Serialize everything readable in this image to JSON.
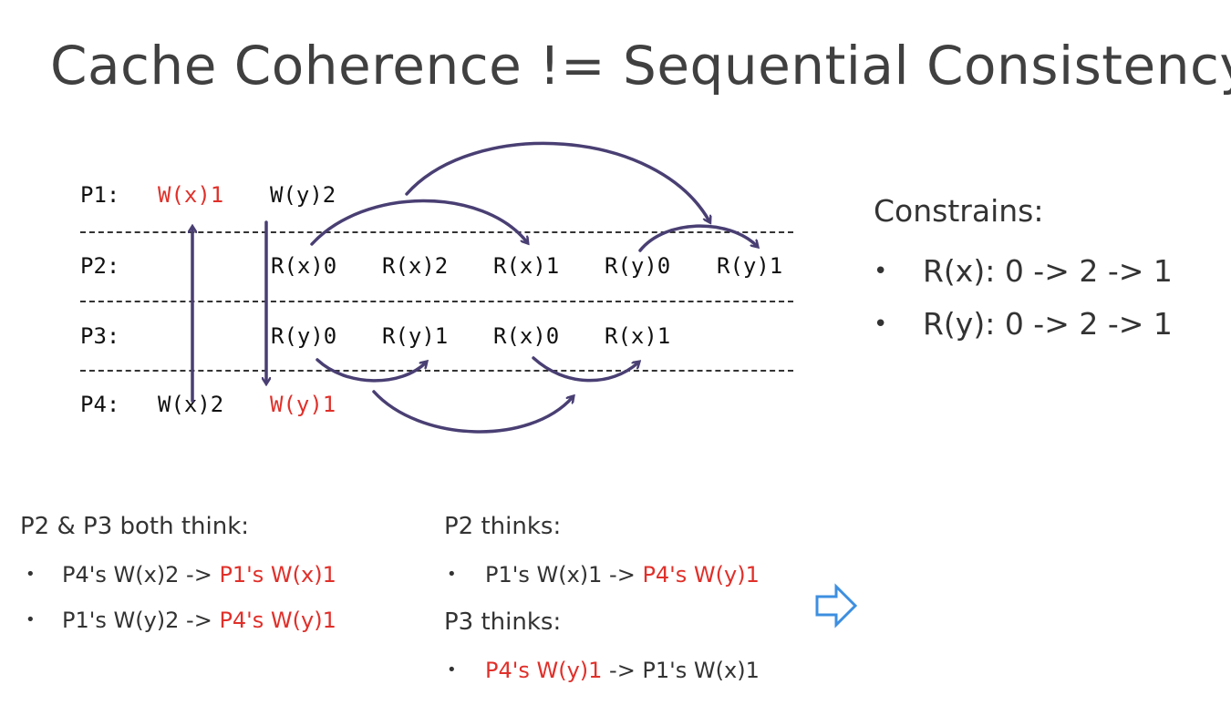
{
  "title": "Cache Coherence != Sequential Consistency",
  "processes": {
    "p1": {
      "label": "P1:",
      "ops": [
        "W(x)1",
        "W(y)2"
      ]
    },
    "p2": {
      "label": "P2:",
      "ops": [
        "R(x)0",
        "R(x)2",
        "R(x)1",
        "R(y)0",
        "R(y)1"
      ]
    },
    "p3": {
      "label": "P3:",
      "ops": [
        "R(y)0",
        "R(y)1",
        "R(x)0",
        "R(x)1"
      ]
    },
    "p4": {
      "label": "P4:",
      "ops": [
        "W(x)2",
        "W(y)1"
      ]
    }
  },
  "constraints": {
    "heading": "Constrains:",
    "items": [
      "R(x): 0 -> 2 -> 1",
      "R(y): 0 -> 2 -> 1"
    ]
  },
  "both_think": {
    "heading": "P2 & P3 both think:",
    "item1_left": "P4's W(x)2 -> ",
    "item1_right": "P1's W(x)1",
    "item2_left": "P1's W(y)2 -> ",
    "item2_right": "P4's W(y)1"
  },
  "p2_thinks": {
    "heading": "P2 thinks:",
    "item_left": "P1's W(x)1 -> ",
    "item_right": "P4's W(y)1"
  },
  "p3_thinks": {
    "heading": "P3 thinks:",
    "item_left": "P4's W(y)1",
    "item_right": " -> P1's W(x)1"
  },
  "bullet": "•",
  "colors": {
    "highlight": "#e0302a",
    "arrow": "#4a3f73",
    "next_arrow": "#3d8fe0"
  }
}
